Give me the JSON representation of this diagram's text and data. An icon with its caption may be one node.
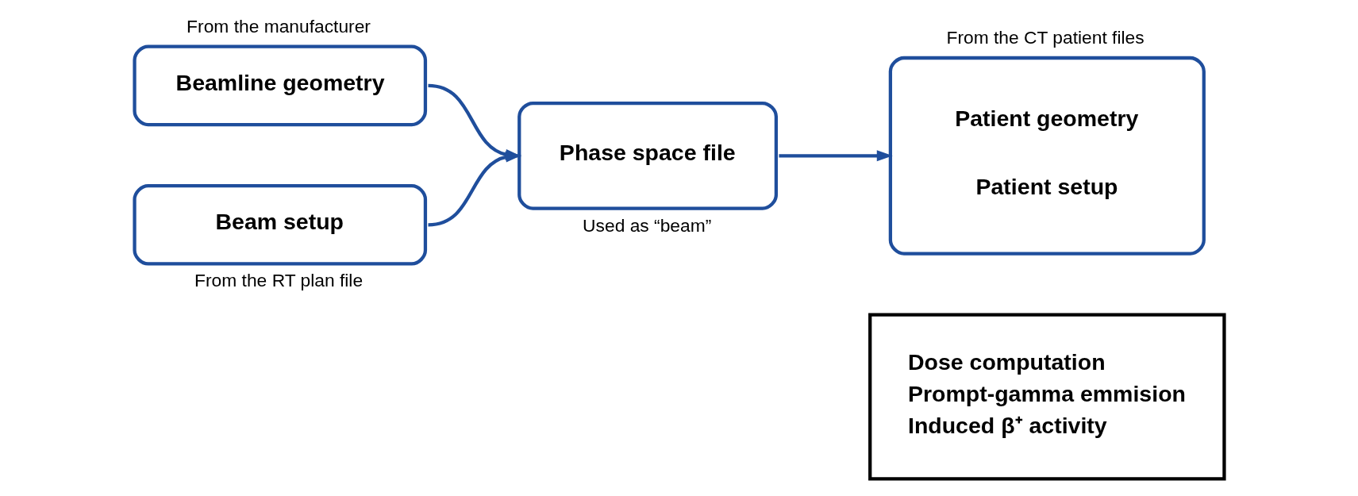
{
  "diagram": {
    "nodes": [
      {
        "text": [
          "Beamline geometry"
        ],
        "beside": [
          "From the manufacturer"
        ]
      },
      {
        "text": [
          "Beam setup"
        ],
        "beside": [
          "From the RT plan file"
        ]
      },
      {
        "text": [
          "Phase space file"
        ],
        "beside": [
          "Used as “beam”"
        ]
      },
      {
        "text": [
          "Patient geometry",
          "Patient setup"
        ],
        "beside": [
          "From the CT patient files"
        ]
      },
      {
        "text": [
          "Dose computation",
          "Prompt-gamma emmision",
          "Induced β⁺ activity"
        ]
      }
    ],
    "edges": [
      {
        "from": 0,
        "to": 2,
        "arrow": "to"
      },
      {
        "from": 1,
        "to": 2,
        "arrow": "to"
      },
      {
        "from": 2,
        "to": 3,
        "arrow": "to"
      }
    ]
  }
}
